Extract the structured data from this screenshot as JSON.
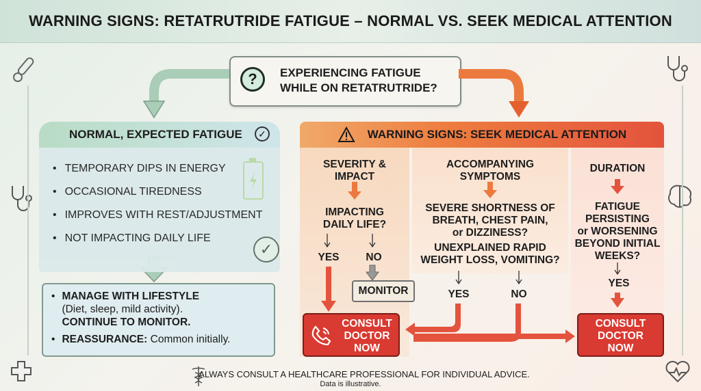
{
  "title": "WARNING SIGNS: RETATRUTRIDE FATIGUE – NORMAL VS. SEEK MEDICAL ATTENTION",
  "question": {
    "icon": "question-mark-icon",
    "line1": "EXPERIENCING FATIGUE",
    "line2": "WHILE ON RETATRUTRIDE?"
  },
  "normal": {
    "header": "NORMAL, EXPECTED FATIGUE",
    "items": [
      "TEMPORARY DIPS IN ENERGY",
      "OCCASIONAL TIREDNESS",
      "IMPROVES WITH REST/ADJUSTMENT",
      "NOT IMPACTING DAILY LIFE"
    ]
  },
  "manage": {
    "line1_bold": "MANAGE WITH LIFESTYLE",
    "line1_detail": "(Diet, sleep, mild activity).",
    "line1_bold2": "CONTINUE TO MONITOR.",
    "line2_bold": "REASSURANCE:",
    "line2_detail": "Common initially."
  },
  "warning": {
    "header": "WARNING SIGNS: SEEK MEDICAL ATTENTION",
    "severity": {
      "title1": "SEVERITY &",
      "title2": "IMPACT",
      "q1": "IMPACTING",
      "q2": "DAILY LIFE?",
      "yes": "YES",
      "no": "NO",
      "monitor": "MONITOR"
    },
    "symptoms": {
      "title1": "ACCOMPANYING",
      "title2": "SYMPTOMS",
      "q1a": "SEVERE SHORTNESS OF",
      "q1b": "BREATH, CHEST PAIN,",
      "q1c": "or DIZZINESS?",
      "q2a": "UNEXPLAINED RAPID",
      "q2b": "WEIGHT LOSS, VOMITING?",
      "yes": "YES",
      "no": "NO"
    },
    "duration": {
      "title": "DURATION",
      "q1": "FATIGUE",
      "q2": "PERSISTING",
      "q3": "or WORSENING",
      "q4": "BEYOND INITIAL",
      "q5": "WEEKS?",
      "yes": "YES"
    },
    "consult_left": {
      "l1": "CONSULT",
      "l2": "DOCTOR",
      "l3": "NOW"
    },
    "consult_right": {
      "l1": "CONSULT",
      "l2": "DOCTOR",
      "l3": "NOW"
    }
  },
  "footer": {
    "line1": "ALWAYS CONSULT A HEALTHCARE PROFESSIONAL FOR INDIVIDUAL ADVICE.",
    "line2": "Data is illustrative."
  },
  "colors": {
    "accent_red": "#d93a31",
    "accent_orange": "#ed7d3f",
    "accent_green": "#b8dcc5"
  }
}
